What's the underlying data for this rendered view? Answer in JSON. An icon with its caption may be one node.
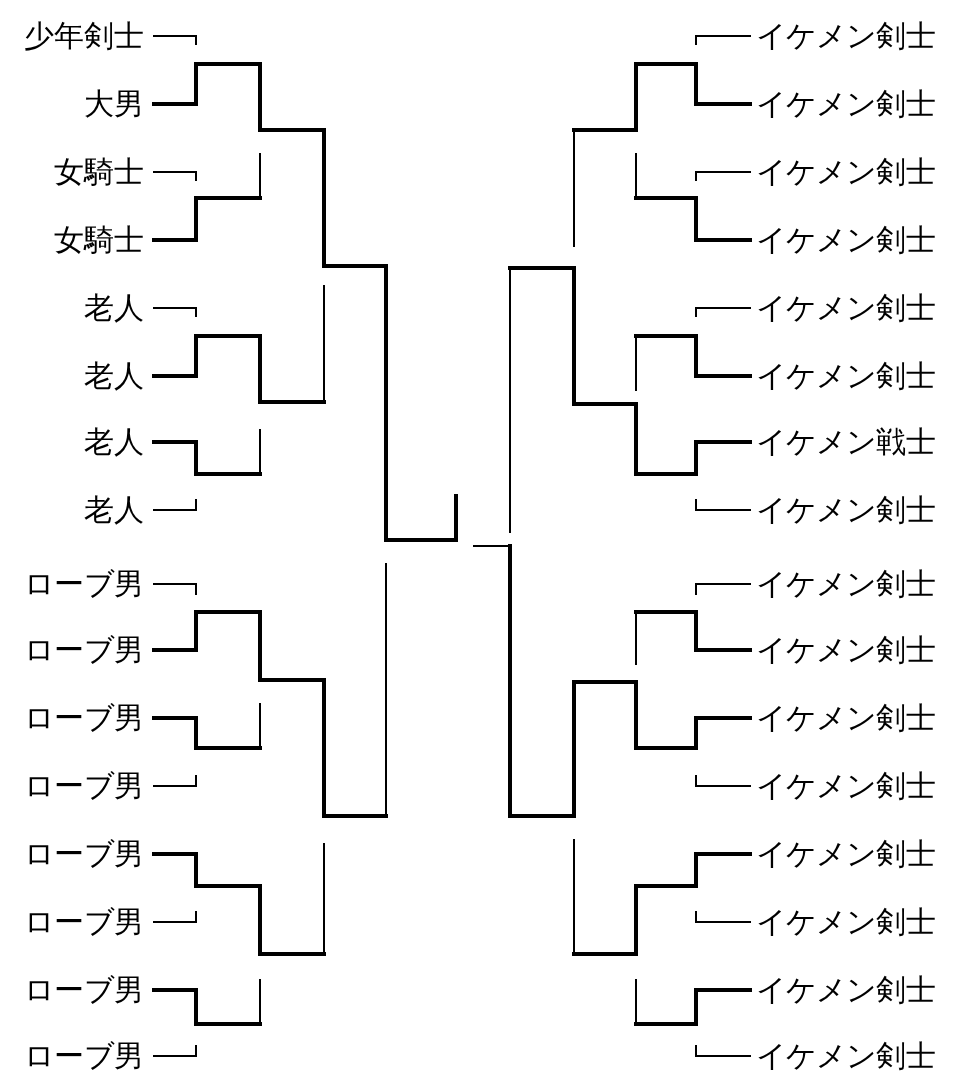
{
  "diagram": {
    "nodes": [
      {
        "text": [
          "少年剣士"
        ]
      },
      {
        "text": [
          "大男"
        ]
      },
      {
        "text": [
          "女騎士"
        ]
      },
      {
        "text": [
          "女騎士"
        ]
      },
      {
        "text": [
          "老人"
        ]
      },
      {
        "text": [
          "老人"
        ]
      },
      {
        "text": [
          "老人"
        ]
      },
      {
        "text": [
          "老人"
        ]
      },
      {
        "text": [
          "ローブ男"
        ]
      },
      {
        "text": [
          "ローブ男"
        ]
      },
      {
        "text": [
          "ローブ男"
        ]
      },
      {
        "text": [
          "ローブ男"
        ]
      },
      {
        "text": [
          "ローブ男"
        ]
      },
      {
        "text": [
          "ローブ男"
        ]
      },
      {
        "text": [
          "ローブ男"
        ]
      },
      {
        "text": [
          "ローブ男"
        ]
      },
      {
        "text": [
          "イケメン剣士"
        ]
      },
      {
        "text": [
          "イケメン剣士"
        ]
      },
      {
        "text": [
          "イケメン剣士"
        ]
      },
      {
        "text": [
          "イケメン剣士"
        ]
      },
      {
        "text": [
          "イケメン剣士"
        ]
      },
      {
        "text": [
          "イケメン剣士"
        ]
      },
      {
        "text": [
          "イケメン戦士"
        ]
      },
      {
        "text": [
          "イケメン剣士"
        ]
      },
      {
        "text": [
          "イケメン剣士"
        ]
      },
      {
        "text": [
          "イケメン剣士"
        ]
      },
      {
        "text": [
          "イケメン剣士"
        ]
      },
      {
        "text": [
          "イケメン剣士"
        ]
      },
      {
        "text": [
          "イケメン剣士"
        ]
      },
      {
        "text": [
          "イケメン剣士"
        ]
      },
      {
        "text": [
          "イケメン剣士"
        ]
      },
      {
        "text": [
          "イケメン剣士"
        ]
      }
    ]
  }
}
